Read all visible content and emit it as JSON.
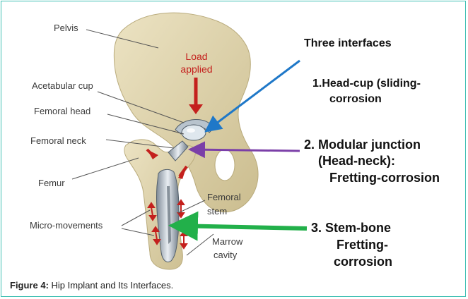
{
  "labels": {
    "pelvis": "Pelvis",
    "acetabular_cup": "Acetabular cup",
    "femoral_head": "Femoral head",
    "femoral_neck": "Femoral neck",
    "femur": "Femur",
    "micro_movements": "Micro-movements",
    "femoral_stem_line1": "Femoral",
    "femoral_stem_line2": "stem",
    "marrow_line1": "Marrow",
    "marrow_line2": "cavity",
    "load_line1": "Load",
    "load_line2": "applied"
  },
  "interfaces": {
    "title": "Three interfaces",
    "item1_line1": "1.Head-cup (sliding-",
    "item1_line2": "corrosion",
    "item2_line1": "2. Modular junction",
    "item2_line2": "(Head-neck):",
    "item2_line3": "Fretting-corrosion",
    "item3_line1": "3. Stem-bone",
    "item3_line2": "Fretting-",
    "item3_line3": "corrosion"
  },
  "caption": {
    "prefix": "Figure 4:",
    "text": " Hip Implant and Its Interfaces."
  },
  "colors": {
    "frame": "#3fbfb3",
    "arrow1": "#1f78c8",
    "arrow2": "#7b3fa8",
    "arrow3": "#22b04a",
    "load": "#c4201d",
    "bone": "#e6dcb4"
  }
}
